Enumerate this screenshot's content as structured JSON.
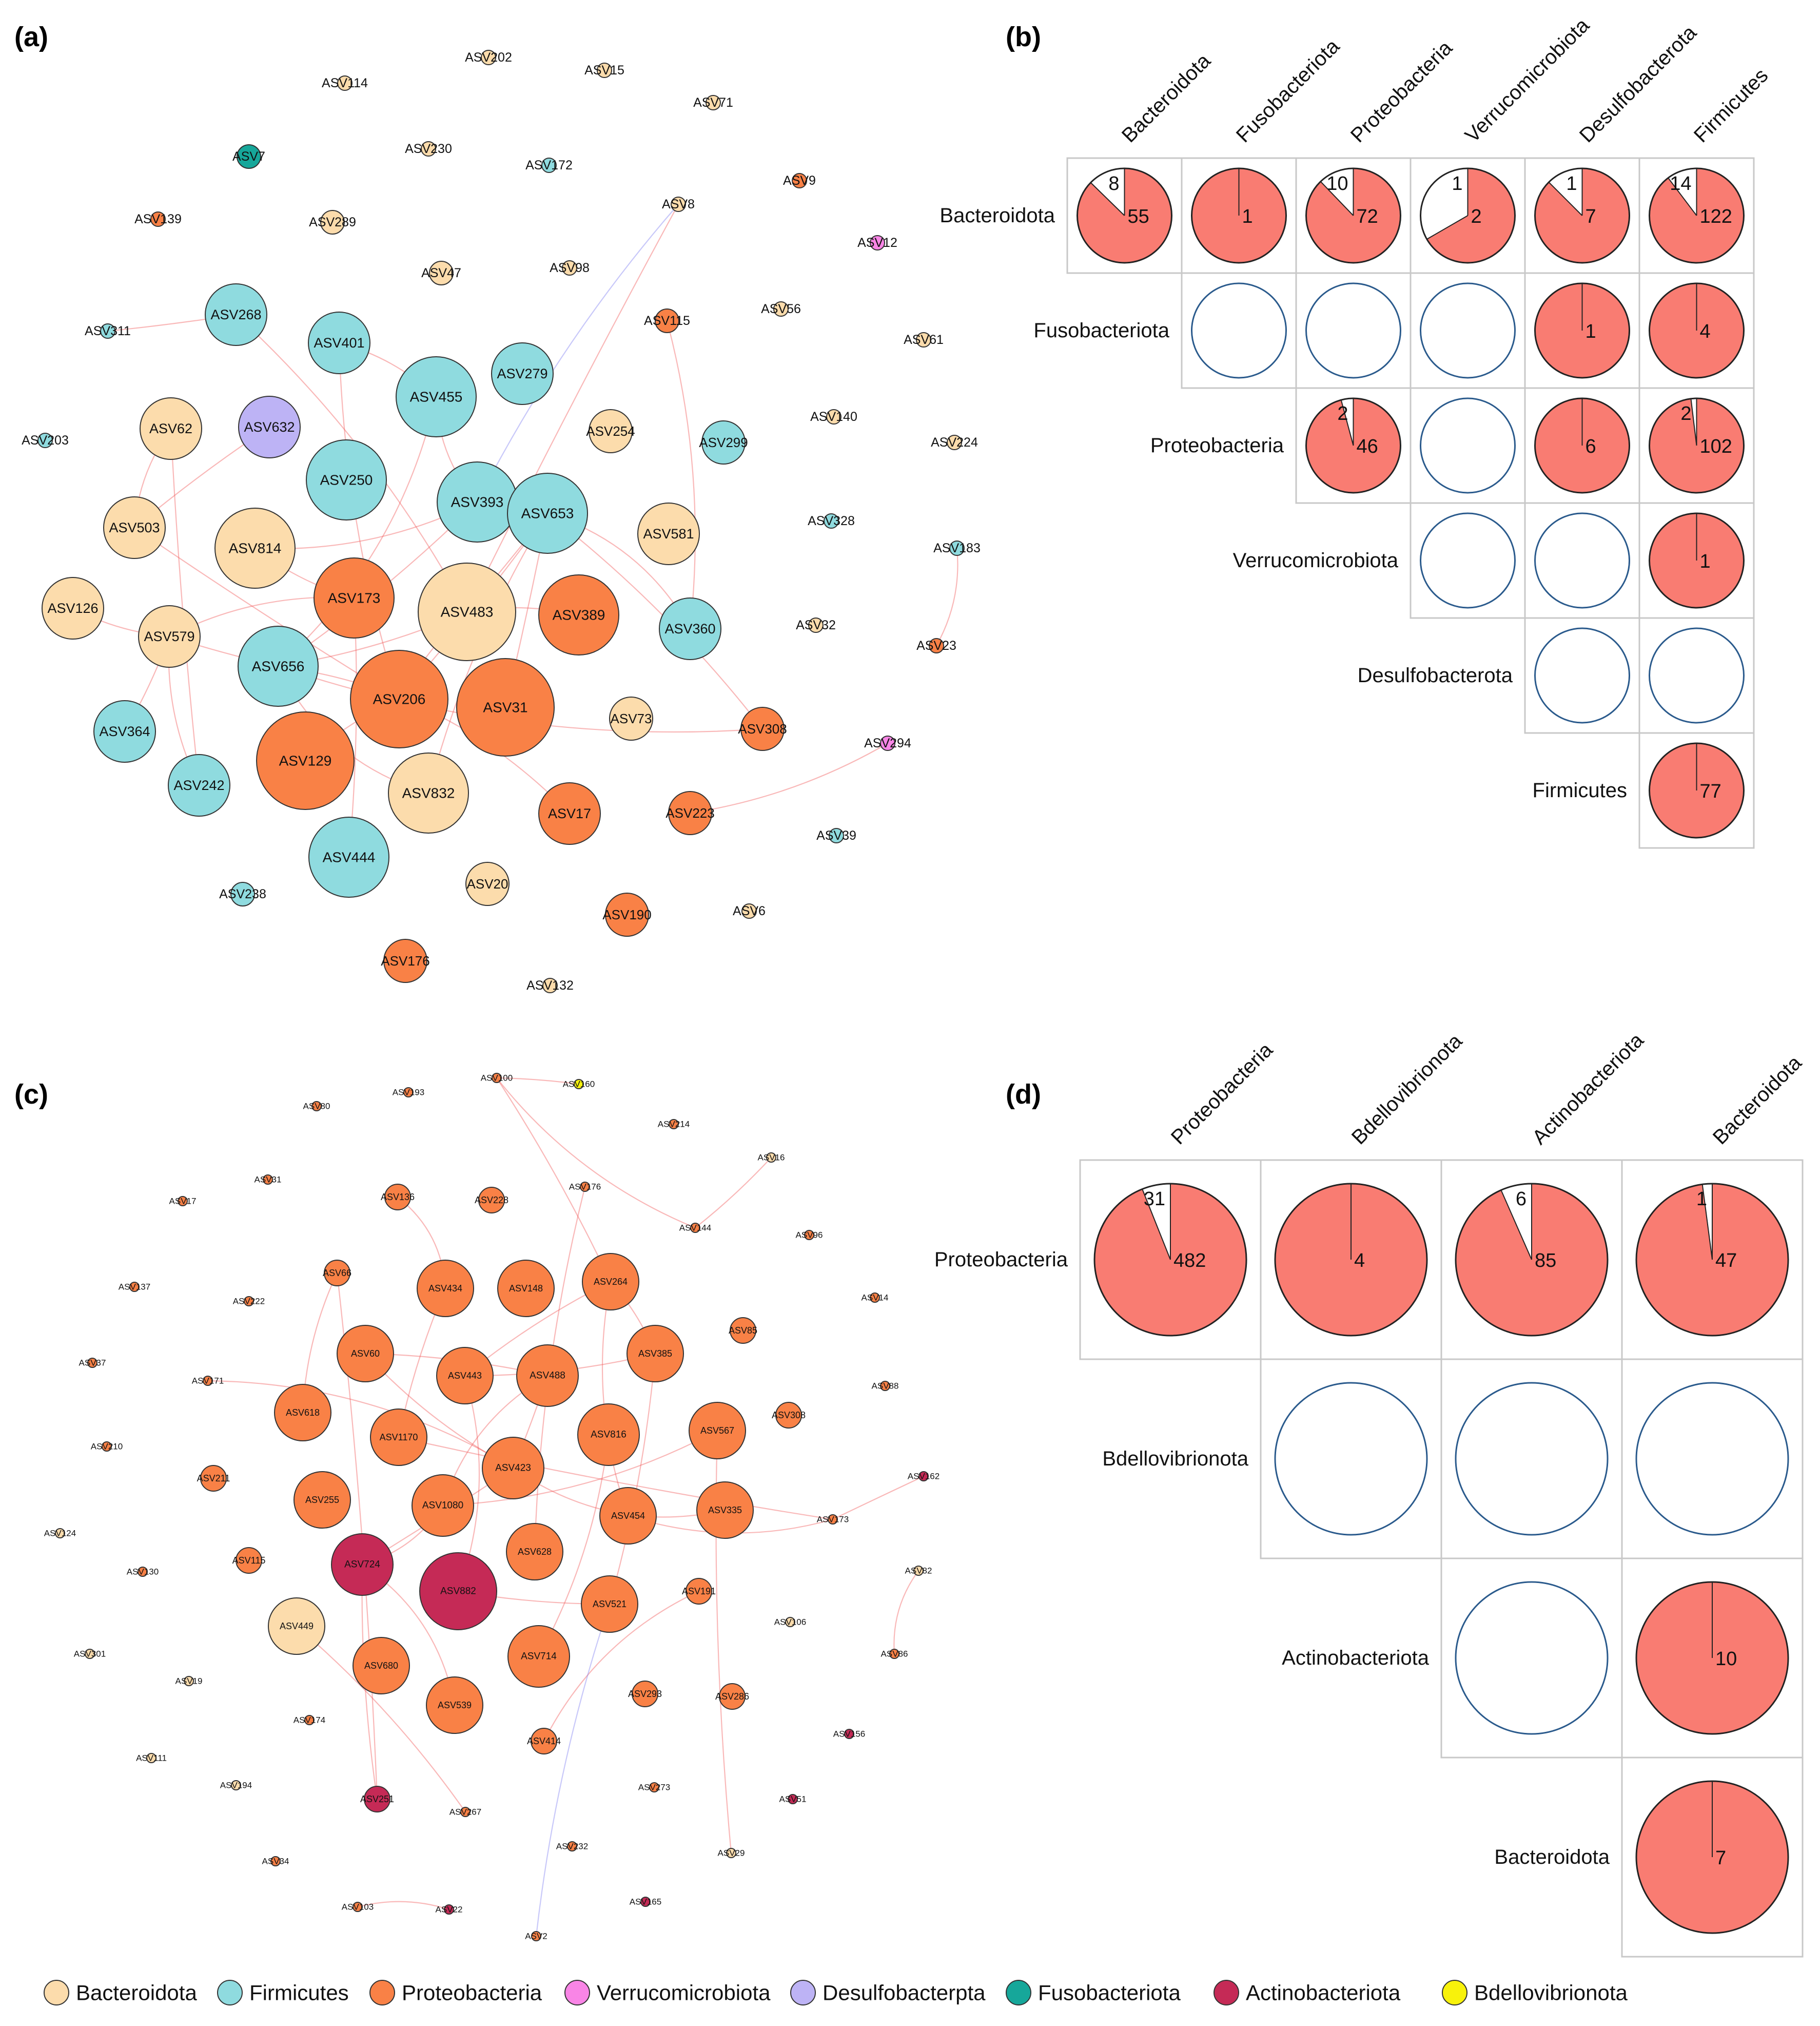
{
  "panels": {
    "a": "(a)",
    "b": "(b)",
    "c": "(c)",
    "d": "(d)"
  },
  "colors": {
    "Bacteroidota": "#fcdcac",
    "Firmicutes": "#8fdbdf",
    "Proteobacteria": "#f98146",
    "Verrucomicrobiota": "#f985e6",
    "Desulfobacterpta": "#bdb3f5",
    "Fusobacteriota": "#16a79a",
    "Actinobacteriota": "#c52a56",
    "Bdellovibrionota": "#f8f20b",
    "positive_edge": "#f05555",
    "negative_edge": "#7b7cf0",
    "pie_fill": "#f97c72",
    "empty_circle": "#2a5a8c"
  },
  "legend": [
    {
      "name": "Bacteroidota",
      "color_key": "Bacteroidota"
    },
    {
      "name": "Firmicutes",
      "color_key": "Firmicutes"
    },
    {
      "name": "Proteobacteria",
      "color_key": "Proteobacteria"
    },
    {
      "name": "Verrucomicrobiota",
      "color_key": "Verrucomicrobiota"
    },
    {
      "name": "Desulfobacterpta",
      "color_key": "Desulfobacterpta"
    },
    {
      "name": "Fusobacteriota",
      "color_key": "Fusobacteriota"
    },
    {
      "name": "Actinobacteriota",
      "color_key": "Actinobacteriota"
    },
    {
      "name": "Bdellovibrionota",
      "color_key": "Bdellovibrionota"
    }
  ],
  "network_a": {
    "nodes": [
      {
        "id": "ASV114",
        "tax": "Bacteroidota",
        "s": 1
      },
      {
        "id": "ASV202",
        "tax": "Bacteroidota",
        "s": 1
      },
      {
        "id": "ASV15",
        "tax": "Bacteroidota",
        "s": 1
      },
      {
        "id": "ASV71",
        "tax": "Bacteroidota",
        "s": 1
      },
      {
        "id": "ASV7",
        "tax": "Fusobacteriota",
        "s": 2
      },
      {
        "id": "ASV230",
        "tax": "Bacteroidota",
        "s": 1
      },
      {
        "id": "ASV172",
        "tax": "Firmicutes",
        "s": 1
      },
      {
        "id": "ASV139",
        "tax": "Proteobacteria",
        "s": 1
      },
      {
        "id": "ASV289",
        "tax": "Bacteroidota",
        "s": 2
      },
      {
        "id": "ASV8",
        "tax": "Bacteroidota",
        "s": 1
      },
      {
        "id": "ASV9",
        "tax": "Proteobacteria",
        "s": 1
      },
      {
        "id": "ASV12",
        "tax": "Verrucomicrobiota",
        "s": 1
      },
      {
        "id": "ASV47",
        "tax": "Bacteroidota",
        "s": 2
      },
      {
        "id": "ASV98",
        "tax": "Bacteroidota",
        "s": 1
      },
      {
        "id": "ASV268",
        "tax": "Firmicutes",
        "s": 4
      },
      {
        "id": "ASV311",
        "tax": "Firmicutes",
        "s": 1
      },
      {
        "id": "ASV115",
        "tax": "Proteobacteria",
        "s": 2
      },
      {
        "id": "ASV56",
        "tax": "Bacteroidota",
        "s": 1
      },
      {
        "id": "ASV61",
        "tax": "Bacteroidota",
        "s": 1
      },
      {
        "id": "ASV401",
        "tax": "Firmicutes",
        "s": 4
      },
      {
        "id": "ASV279",
        "tax": "Firmicutes",
        "s": 4
      },
      {
        "id": "ASV455",
        "tax": "Firmicutes",
        "s": 5
      },
      {
        "id": "ASV62",
        "tax": "Bacteroidota",
        "s": 4
      },
      {
        "id": "ASV632",
        "tax": "Desulfobacterpta",
        "s": 4
      },
      {
        "id": "ASV254",
        "tax": "Bacteroidota",
        "s": 3
      },
      {
        "id": "ASV203",
        "tax": "Firmicutes",
        "s": 1
      },
      {
        "id": "ASV299",
        "tax": "Firmicutes",
        "s": 3
      },
      {
        "id": "ASV140",
        "tax": "Bacteroidota",
        "s": 1
      },
      {
        "id": "ASV224",
        "tax": "Bacteroidota",
        "s": 1
      },
      {
        "id": "ASV250",
        "tax": "Firmicutes",
        "s": 5
      },
      {
        "id": "ASV393",
        "tax": "Firmicutes",
        "s": 5
      },
      {
        "id": "ASV653",
        "tax": "Firmicutes",
        "s": 5
      },
      {
        "id": "ASV503",
        "tax": "Bacteroidota",
        "s": 4
      },
      {
        "id": "ASV581",
        "tax": "Bacteroidota",
        "s": 4
      },
      {
        "id": "ASV328",
        "tax": "Firmicutes",
        "s": 1
      },
      {
        "id": "ASV183",
        "tax": "Firmicutes",
        "s": 1
      },
      {
        "id": "ASV814",
        "tax": "Bacteroidota",
        "s": 5
      },
      {
        "id": "ASV173",
        "tax": "Proteobacteria",
        "s": 5
      },
      {
        "id": "ASV483",
        "tax": "Bacteroidota",
        "s": 6
      },
      {
        "id": "ASV389",
        "tax": "Proteobacteria",
        "s": 5
      },
      {
        "id": "ASV126",
        "tax": "Bacteroidota",
        "s": 4
      },
      {
        "id": "ASV579",
        "tax": "Bacteroidota",
        "s": 4
      },
      {
        "id": "ASV360",
        "tax": "Firmicutes",
        "s": 4
      },
      {
        "id": "ASV32",
        "tax": "Bacteroidota",
        "s": 1
      },
      {
        "id": "ASV23",
        "tax": "Proteobacteria",
        "s": 1
      },
      {
        "id": "ASV656",
        "tax": "Firmicutes",
        "s": 5
      },
      {
        "id": "ASV206",
        "tax": "Proteobacteria",
        "s": 6
      },
      {
        "id": "ASV31",
        "tax": "Proteobacteria",
        "s": 6
      },
      {
        "id": "ASV73",
        "tax": "Bacteroidota",
        "s": 3
      },
      {
        "id": "ASV364",
        "tax": "Firmicutes",
        "s": 4
      },
      {
        "id": "ASV308",
        "tax": "Proteobacteria",
        "s": 3
      },
      {
        "id": "ASV294",
        "tax": "Verrucomicrobiota",
        "s": 1
      },
      {
        "id": "ASV129",
        "tax": "Proteobacteria",
        "s": 6
      },
      {
        "id": "ASV832",
        "tax": "Bacteroidota",
        "s": 5
      },
      {
        "id": "ASV242",
        "tax": "Firmicutes",
        "s": 4
      },
      {
        "id": "ASV17",
        "tax": "Proteobacteria",
        "s": 4
      },
      {
        "id": "ASV223",
        "tax": "Proteobacteria",
        "s": 3
      },
      {
        "id": "ASV39",
        "tax": "Firmicutes",
        "s": 1
      },
      {
        "id": "ASV444",
        "tax": "Firmicutes",
        "s": 5
      },
      {
        "id": "ASV20",
        "tax": "Bacteroidota",
        "s": 3
      },
      {
        "id": "ASV238",
        "tax": "Firmicutes",
        "s": 2
      },
      {
        "id": "ASV6",
        "tax": "Bacteroidota",
        "s": 1
      },
      {
        "id": "ASV190",
        "tax": "Proteobacteria",
        "s": 3
      },
      {
        "id": "ASV176",
        "tax": "Proteobacteria",
        "s": 3
      },
      {
        "id": "ASV132",
        "tax": "Bacteroidota",
        "s": 1
      }
    ]
  },
  "matrix_b": {
    "columns": [
      "Bacteroidota",
      "Fusobacteriota",
      "Proteobacteria",
      "Verrucomicrobiota",
      "Desulfobacterota",
      "Firmicutes"
    ],
    "rows": [
      "Bacteroidota",
      "Fusobacteriota",
      "Proteobacteria",
      "Verrucomicrobiota",
      "Desulfobacterota",
      "Firmicutes"
    ],
    "cells": [
      {
        "r": 0,
        "c": 0,
        "pos": 55,
        "neg": 8
      },
      {
        "r": 0,
        "c": 1,
        "pos": 1,
        "neg": 0
      },
      {
        "r": 0,
        "c": 2,
        "pos": 72,
        "neg": 10
      },
      {
        "r": 0,
        "c": 3,
        "pos": 2,
        "neg": 1
      },
      {
        "r": 0,
        "c": 4,
        "pos": 7,
        "neg": 1
      },
      {
        "r": 0,
        "c": 5,
        "pos": 122,
        "neg": 14
      },
      {
        "r": 1,
        "c": 1,
        "pos": 0,
        "neg": 0
      },
      {
        "r": 1,
        "c": 2,
        "pos": 0,
        "neg": 0
      },
      {
        "r": 1,
        "c": 3,
        "pos": 0,
        "neg": 0
      },
      {
        "r": 1,
        "c": 4,
        "pos": 1,
        "neg": 0
      },
      {
        "r": 1,
        "c": 5,
        "pos": 4,
        "neg": 0
      },
      {
        "r": 2,
        "c": 2,
        "pos": 46,
        "neg": 2
      },
      {
        "r": 2,
        "c": 3,
        "pos": 0,
        "neg": 0
      },
      {
        "r": 2,
        "c": 4,
        "pos": 6,
        "neg": 0
      },
      {
        "r": 2,
        "c": 5,
        "pos": 102,
        "neg": 2
      },
      {
        "r": 3,
        "c": 3,
        "pos": 0,
        "neg": 0
      },
      {
        "r": 3,
        "c": 4,
        "pos": 0,
        "neg": 0
      },
      {
        "r": 3,
        "c": 5,
        "pos": 1,
        "neg": 0
      },
      {
        "r": 4,
        "c": 4,
        "pos": 0,
        "neg": 0
      },
      {
        "r": 4,
        "c": 5,
        "pos": 0,
        "neg": 0
      },
      {
        "r": 5,
        "c": 5,
        "pos": 77,
        "neg": 0
      }
    ]
  },
  "network_c": {
    "nodes": [
      {
        "id": "ASV100",
        "tax": "Proteobacteria",
        "s": 1
      },
      {
        "id": "ASV160",
        "tax": "Bdellovibrionota",
        "s": 1
      },
      {
        "id": "ASV80",
        "tax": "Proteobacteria",
        "s": 1
      },
      {
        "id": "ASV193",
        "tax": "Proteobacteria",
        "s": 1
      },
      {
        "id": "ASV214",
        "tax": "Proteobacteria",
        "s": 1
      },
      {
        "id": "ASV16",
        "tax": "Bacteroidota",
        "s": 1
      },
      {
        "id": "ASV31",
        "tax": "Proteobacteria",
        "s": 1
      },
      {
        "id": "ASV17",
        "tax": "Proteobacteria",
        "s": 1
      },
      {
        "id": "ASV136",
        "tax": "Proteobacteria",
        "s": 2
      },
      {
        "id": "ASV228",
        "tax": "Proteobacteria",
        "s": 2
      },
      {
        "id": "ASV176",
        "tax": "Proteobacteria",
        "s": 1
      },
      {
        "id": "ASV144",
        "tax": "Proteobacteria",
        "s": 1
      },
      {
        "id": "ASV96",
        "tax": "Proteobacteria",
        "s": 1
      },
      {
        "id": "ASV66",
        "tax": "Proteobacteria",
        "s": 2
      },
      {
        "id": "ASV434",
        "tax": "Proteobacteria",
        "s": 3
      },
      {
        "id": "ASV148",
        "tax": "Proteobacteria",
        "s": 3
      },
      {
        "id": "ASV264",
        "tax": "Proteobacteria",
        "s": 3
      },
      {
        "id": "ASV137",
        "tax": "Proteobacteria",
        "s": 1
      },
      {
        "id": "ASV222",
        "tax": "Proteobacteria",
        "s": 1
      },
      {
        "id": "ASV14",
        "tax": "Proteobacteria",
        "s": 1
      },
      {
        "id": "ASV85",
        "tax": "Proteobacteria",
        "s": 2
      },
      {
        "id": "ASV60",
        "tax": "Proteobacteria",
        "s": 3
      },
      {
        "id": "ASV385",
        "tax": "Proteobacteria",
        "s": 3
      },
      {
        "id": "ASV443",
        "tax": "Proteobacteria",
        "s": 3
      },
      {
        "id": "ASV488",
        "tax": "Proteobacteria",
        "s": 4
      },
      {
        "id": "ASV37",
        "tax": "Proteobacteria",
        "s": 1
      },
      {
        "id": "ASV171",
        "tax": "Proteobacteria",
        "s": 1
      },
      {
        "id": "ASV88",
        "tax": "Proteobacteria",
        "s": 1
      },
      {
        "id": "ASV618",
        "tax": "Proteobacteria",
        "s": 3
      },
      {
        "id": "ASV308",
        "tax": "Proteobacteria",
        "s": 2
      },
      {
        "id": "ASV210",
        "tax": "Proteobacteria",
        "s": 1
      },
      {
        "id": "ASV1170",
        "tax": "Proteobacteria",
        "s": 3
      },
      {
        "id": "ASV816",
        "tax": "Proteobacteria",
        "s": 4
      },
      {
        "id": "ASV567",
        "tax": "Proteobacteria",
        "s": 3
      },
      {
        "id": "ASV423",
        "tax": "Proteobacteria",
        "s": 4
      },
      {
        "id": "ASV211",
        "tax": "Proteobacteria",
        "s": 2
      },
      {
        "id": "ASV162",
        "tax": "Actinobacteriota",
        "s": 1
      },
      {
        "id": "ASV255",
        "tax": "Proteobacteria",
        "s": 3
      },
      {
        "id": "ASV1080",
        "tax": "Proteobacteria",
        "s": 4
      },
      {
        "id": "ASV454",
        "tax": "Proteobacteria",
        "s": 3
      },
      {
        "id": "ASV335",
        "tax": "Proteobacteria",
        "s": 3
      },
      {
        "id": "ASV173",
        "tax": "Proteobacteria",
        "s": 1
      },
      {
        "id": "ASV124",
        "tax": "Bacteroidota",
        "s": 1
      },
      {
        "id": "ASV628",
        "tax": "Proteobacteria",
        "s": 3
      },
      {
        "id": "ASV130",
        "tax": "Proteobacteria",
        "s": 1
      },
      {
        "id": "ASV115",
        "tax": "Proteobacteria",
        "s": 2
      },
      {
        "id": "ASV724",
        "tax": "Actinobacteriota",
        "s": 4
      },
      {
        "id": "ASV82",
        "tax": "Bacteroidota",
        "s": 1
      },
      {
        "id": "ASV191",
        "tax": "Proteobacteria",
        "s": 2
      },
      {
        "id": "ASV882",
        "tax": "Actinobacteriota",
        "s": 5
      },
      {
        "id": "ASV521",
        "tax": "Proteobacteria",
        "s": 3
      },
      {
        "id": "ASV106",
        "tax": "Bacteroidota",
        "s": 1
      },
      {
        "id": "ASV449",
        "tax": "Bacteroidota",
        "s": 3
      },
      {
        "id": "ASV301",
        "tax": "Bacteroidota",
        "s": 1
      },
      {
        "id": "ASV86",
        "tax": "Proteobacteria",
        "s": 1
      },
      {
        "id": "ASV680",
        "tax": "Proteobacteria",
        "s": 3
      },
      {
        "id": "ASV714",
        "tax": "Proteobacteria",
        "s": 4
      },
      {
        "id": "ASV19",
        "tax": "Bacteroidota",
        "s": 1
      },
      {
        "id": "ASV293",
        "tax": "Proteobacteria",
        "s": 2
      },
      {
        "id": "ASV286",
        "tax": "Proteobacteria",
        "s": 2
      },
      {
        "id": "ASV539",
        "tax": "Proteobacteria",
        "s": 3
      },
      {
        "id": "ASV174",
        "tax": "Proteobacteria",
        "s": 1
      },
      {
        "id": "ASV156",
        "tax": "Actinobacteriota",
        "s": 1
      },
      {
        "id": "ASV414",
        "tax": "Proteobacteria",
        "s": 2
      },
      {
        "id": "ASV111",
        "tax": "Bacteroidota",
        "s": 1
      },
      {
        "id": "ASV194",
        "tax": "Bacteroidota",
        "s": 1
      },
      {
        "id": "ASV273",
        "tax": "Proteobacteria",
        "s": 1
      },
      {
        "id": "ASV251",
        "tax": "Actinobacteriota",
        "s": 2
      },
      {
        "id": "ASV51",
        "tax": "Actinobacteriota",
        "s": 1
      },
      {
        "id": "ASV267",
        "tax": "Proteobacteria",
        "s": 1
      },
      {
        "id": "ASV232",
        "tax": "Proteobacteria",
        "s": 1
      },
      {
        "id": "ASV34",
        "tax": "Proteobacteria",
        "s": 1
      },
      {
        "id": "ASV29",
        "tax": "Bacteroidota",
        "s": 1
      },
      {
        "id": "ASV103",
        "tax": "Proteobacteria",
        "s": 1
      },
      {
        "id": "ASV22",
        "tax": "Actinobacteriota",
        "s": 1
      },
      {
        "id": "ASV165",
        "tax": "Actinobacteriota",
        "s": 1
      },
      {
        "id": "ASV2",
        "tax": "Proteobacteria",
        "s": 1
      }
    ]
  },
  "matrix_d": {
    "columns": [
      "Proteobacteria",
      "Bdellovibrionota",
      "Actinobacteriota",
      "Bacteroidota"
    ],
    "rows": [
      "Proteobacteria",
      "Bdellovibrionota",
      "Actinobacteriota",
      "Bacteroidota"
    ],
    "cells": [
      {
        "r": 0,
        "c": 0,
        "pos": 482,
        "neg": 31
      },
      {
        "r": 0,
        "c": 1,
        "pos": 4,
        "neg": 0
      },
      {
        "r": 0,
        "c": 2,
        "pos": 85,
        "neg": 6
      },
      {
        "r": 0,
        "c": 3,
        "pos": 47,
        "neg": 1
      },
      {
        "r": 1,
        "c": 1,
        "pos": 0,
        "neg": 0
      },
      {
        "r": 1,
        "c": 2,
        "pos": 0,
        "neg": 0
      },
      {
        "r": 1,
        "c": 3,
        "pos": 0,
        "neg": 0
      },
      {
        "r": 2,
        "c": 2,
        "pos": 0,
        "neg": 0
      },
      {
        "r": 2,
        "c": 3,
        "pos": 10,
        "neg": 0
      },
      {
        "r": 3,
        "c": 3,
        "pos": 7,
        "neg": 0
      }
    ]
  }
}
